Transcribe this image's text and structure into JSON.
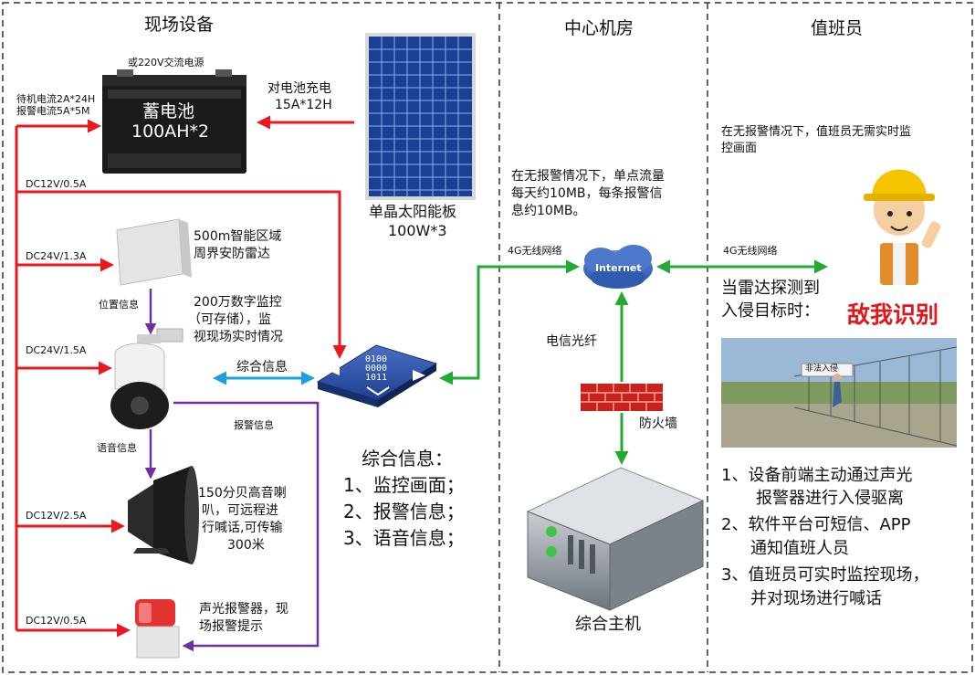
{
  "sections": {
    "field": "现场设备",
    "center": "中心机房",
    "staff": "值班员"
  },
  "battery": {
    "ac_note": "或220V交流电源",
    "name": "蓄电池",
    "spec": "100AH*2",
    "current_note_1": "待机电流2A*24H",
    "current_note_2": "报警电流5A*5M"
  },
  "solar": {
    "charge_label": "对电池充电",
    "charge_spec": "15A*12H",
    "name": "单晶太阳能板",
    "spec": "100W*3"
  },
  "power_labels": {
    "dc1": "DC12V/0.5A",
    "dc2": "DC24V/1.3A",
    "dc3": "DC24V/1.5A",
    "dc4": "DC12V/2.5A",
    "dc5": "DC12V/0.5A"
  },
  "radar": {
    "desc_1": "500m智能区域",
    "desc_2": "周界安防雷达",
    "position_info": "位置信息"
  },
  "camera": {
    "desc_1": "200万数字监控",
    "desc_2": "（可存储），监",
    "desc_3": "视现场实时情况",
    "voice_info": "语音信息"
  },
  "links": {
    "combined_info": "综合信息",
    "alarm_info": "报警信息",
    "network_left": "4G无线网络",
    "network_right": "4G无线网络",
    "fiber": "电信光纤",
    "firewall": "防火墙",
    "internet": "Internet",
    "switch_code_1": "0100",
    "switch_code_2": "0000",
    "switch_code_3": "1011"
  },
  "speaker": {
    "desc_1": "150分贝高音喇",
    "desc_2": "叭，可远程进",
    "desc_3": "行喊话,可传输",
    "desc_4": "300米"
  },
  "alarm_light": {
    "desc_1": "声光报警器，现",
    "desc_2": "场报警提示"
  },
  "combined_block": {
    "title": "综合信息：",
    "item_1": "1、监控画面；",
    "item_2": "2、报警信息；",
    "item_3": "3、语音信息；"
  },
  "center_note": {
    "line_1": "在无报警情况下，单点流量",
    "line_2": "每天约10MB，每条报警信",
    "line_3": "息约10MB。"
  },
  "host": {
    "name": "综合主机"
  },
  "staff_panel": {
    "note_1": "在无报警情况下，值班员无需实时监",
    "note_2": "控画面",
    "trigger_1": "当雷达探测到",
    "trigger_2": "入侵目标时：",
    "identify": "敌我识别",
    "photo_sign": "非法入侵",
    "step_1a": "1、设备前端主动通过声光",
    "step_1b": "报警器进行入侵驱离",
    "step_2a": "2、软件平台可短信、APP",
    "step_2b": "通知值班人员",
    "step_3a": "3、值班员可实时监控现场，",
    "step_3b": "并对现场进行喊话"
  },
  "colors": {
    "power": "#e8191f",
    "signal": "#7030a0",
    "network": "#22aa33",
    "data": "#1e9fe0",
    "border": "#333333"
  }
}
